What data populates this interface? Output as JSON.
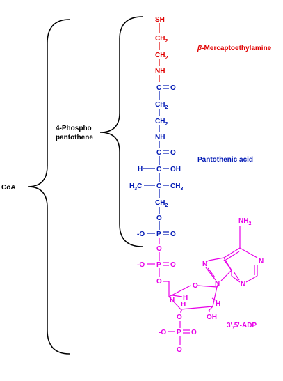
{
  "colors": {
    "red": "#e00000",
    "blue": "#0018b4",
    "magenta": "#e800e8",
    "black": "#000000"
  },
  "labels": {
    "coa": "CoA",
    "phospho_line1": "4-Phospho",
    "phospho_line2": "pantothene",
    "mercapto_beta": "β",
    "mercapto_rest": "-Mercaptoethylamine",
    "pantothenic": "Pantothenic acid",
    "adp": "3',5'-ADP"
  },
  "atoms": {
    "sh": "SH",
    "ch2": "CH",
    "sub2": "2",
    "nh": "NH",
    "c": "C",
    "o": "O",
    "h": "H",
    "oh": "OH",
    "h3c_h": "H",
    "h3c_3": "3",
    "h3c_c": "C",
    "ch3": "CH",
    "sub3": "3",
    "neg_o": "-O",
    "p": "P",
    "nh2": "NH",
    "n": "N"
  }
}
